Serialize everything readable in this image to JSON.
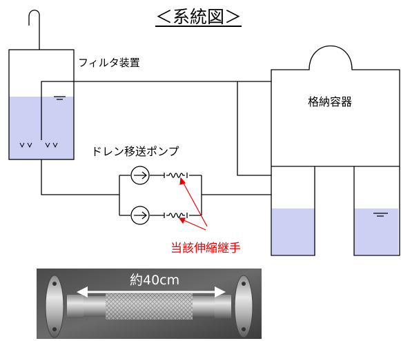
{
  "title": "＜系統図＞",
  "labels": {
    "filter_unit": "フィルタ装置",
    "containment_vessel": "格納容器",
    "drain_pump": "ドレン移送ポンプ",
    "expansion_joint": "当該伸縮継手",
    "length": "約40cm"
  },
  "colors": {
    "water": "#cdd0f3",
    "line": "#000000",
    "callout": "#e60000"
  }
}
